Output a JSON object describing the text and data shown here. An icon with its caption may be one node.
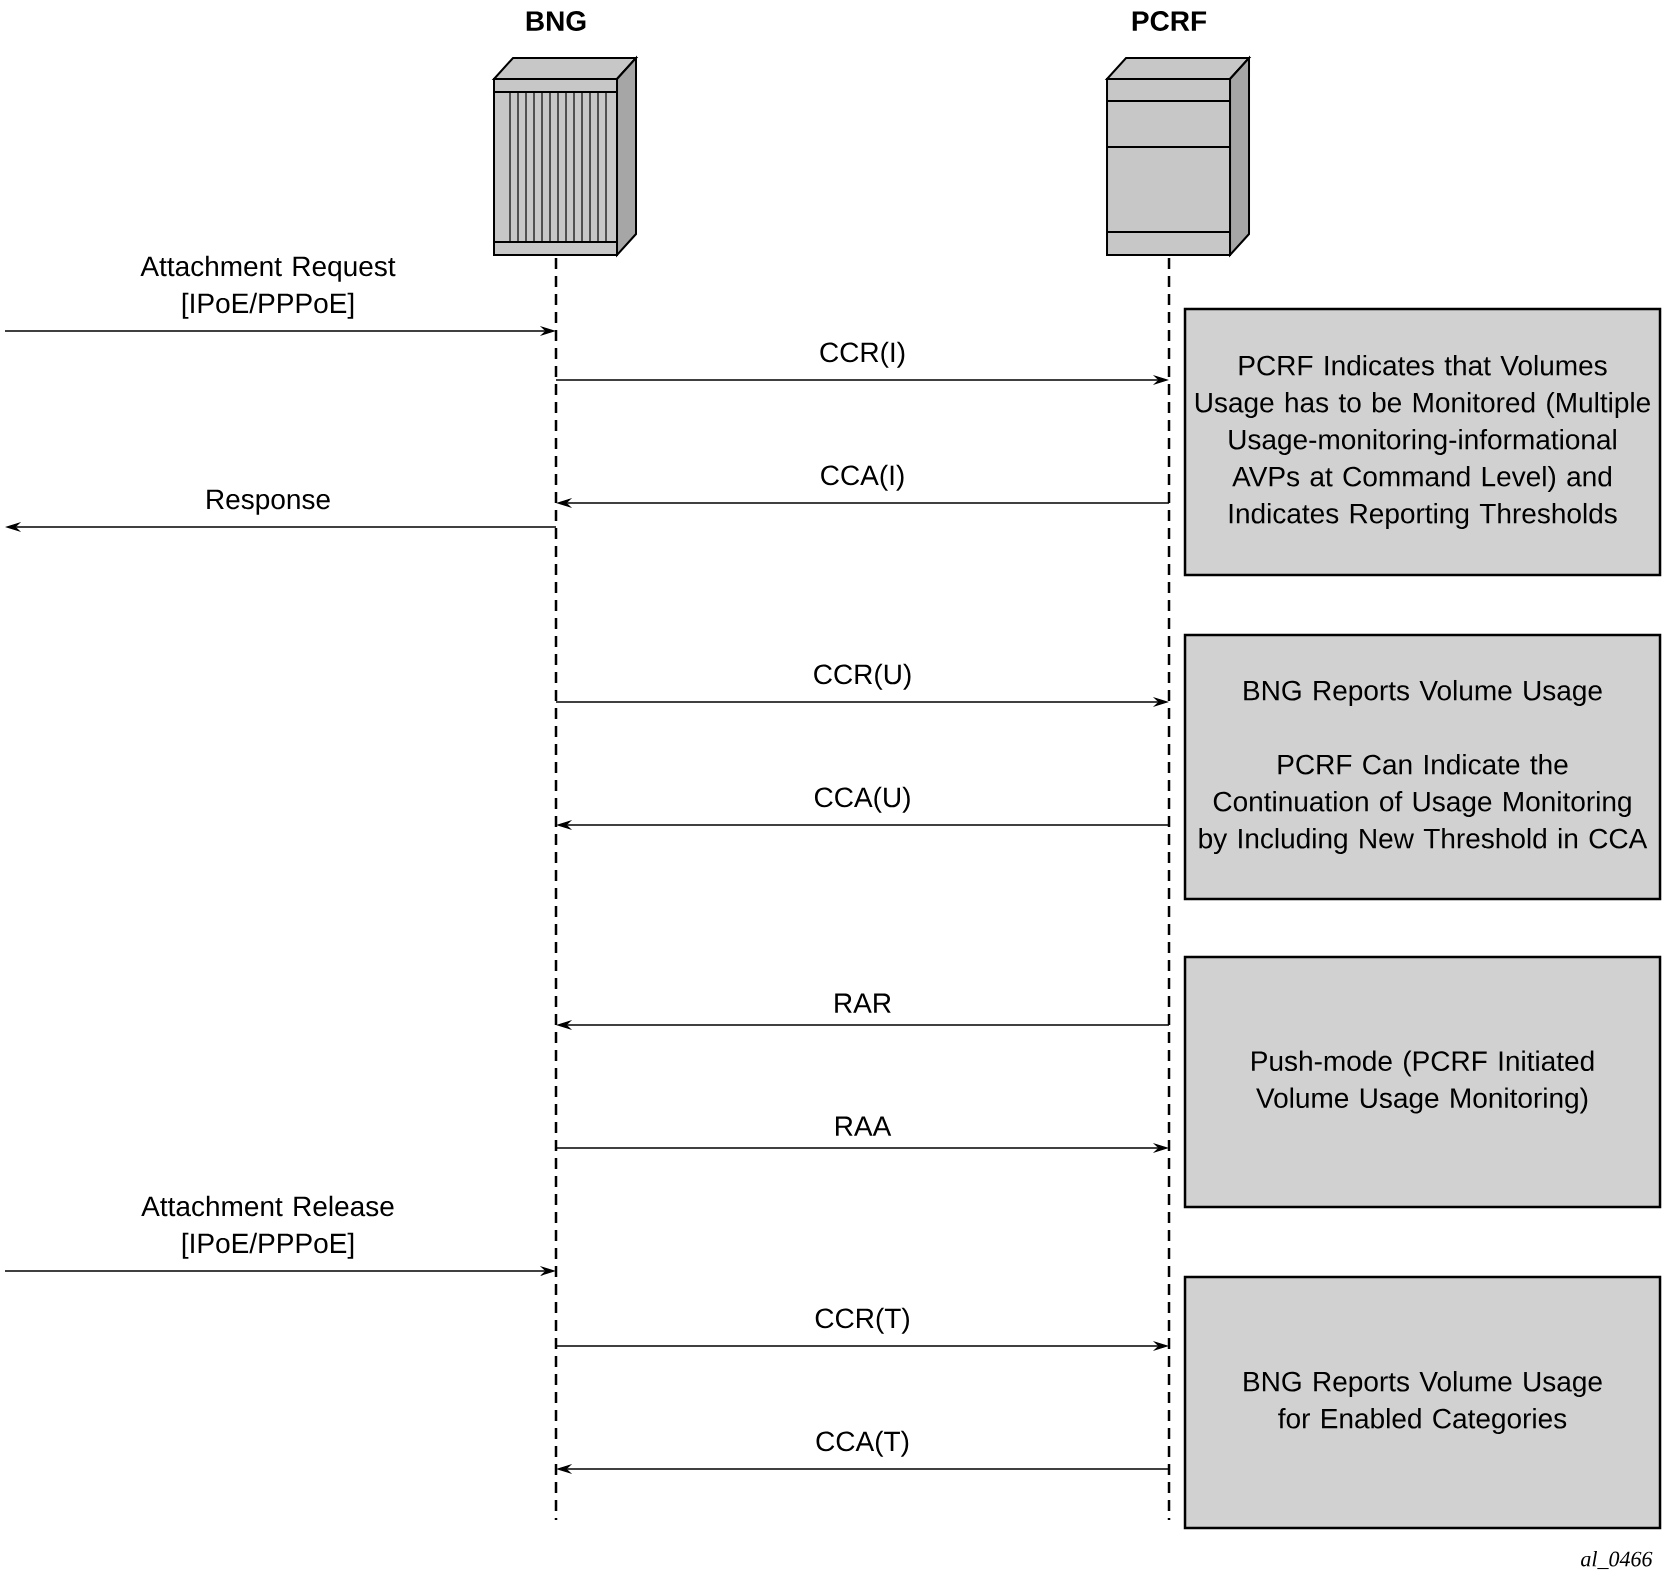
{
  "diagram": {
    "nodes": [
      {
        "text": [
          "BNG"
        ]
      },
      {
        "text": [
          "PCRF"
        ]
      },
      {
        "text": [
          "PCRF Indicates that Volumes Usage has to be Monitored (Multiple Usage-monitoring-informational AVPs at Command Level) and Indicates Reporting Thresholds"
        ]
      },
      {
        "text": [
          "BNG Reports Volume Usage",
          "PCRF Can Indicate the Continuation of Usage Monitoring by Including New Threshold in CCA"
        ]
      },
      {
        "text": [
          "Push-mode (PCRF Initiated Volume Usage Monitoring)"
        ]
      },
      {
        "text": [
          "BNG Reports Volume Usage for Enabled Categories"
        ]
      }
    ],
    "edges": [
      {
        "from": null,
        "to": 0,
        "arrow": "to",
        "label": "Attachment Request [IPoE/PPPoE]"
      },
      {
        "from": 0,
        "to": 1,
        "arrow": "to",
        "label": "CCR(I)"
      },
      {
        "from": 1,
        "to": 0,
        "arrow": "to",
        "label": "CCA(I)"
      },
      {
        "from": 0,
        "to": null,
        "arrow": "to",
        "label": "Response"
      },
      {
        "from": 0,
        "to": 1,
        "arrow": "to",
        "label": "CCR(U)"
      },
      {
        "from": 1,
        "to": 0,
        "arrow": "to",
        "label": "CCA(U)"
      },
      {
        "from": 1,
        "to": 0,
        "arrow": "to",
        "label": "RAR"
      },
      {
        "from": 0,
        "to": 1,
        "arrow": "to",
        "label": "RAA"
      },
      {
        "from": null,
        "to": 0,
        "arrow": "to",
        "label": "Attachment Release [IPoE/PPPoE]"
      },
      {
        "from": 0,
        "to": 1,
        "arrow": "to",
        "label": "CCR(T)"
      },
      {
        "from": 1,
        "to": 0,
        "arrow": "to",
        "label": "CCA(T)"
      }
    ],
    "labels": [
      "al_0466"
    ]
  }
}
